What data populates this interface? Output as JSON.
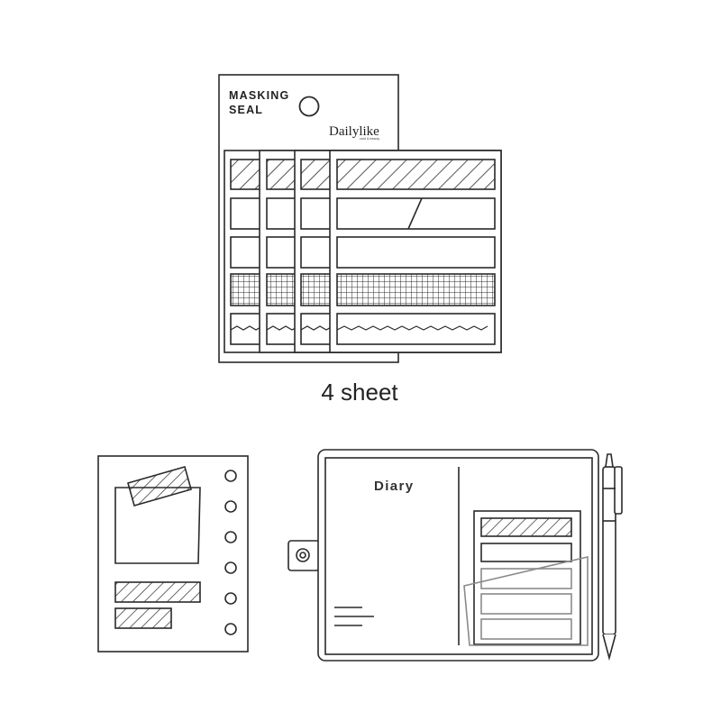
{
  "package": {
    "title_line1": "MASKING",
    "title_line2": "SEAL",
    "brand": "Dailylike",
    "brand_sub": "card & beauty"
  },
  "caption": "4 sheet",
  "diary": {
    "label": "Diary"
  },
  "colors": {
    "stroke": "#2a2a2a",
    "background": "#ffffff",
    "pocket_stroke": "#8a8a8a"
  },
  "icons": [
    "pen-icon",
    "binder-ring-icon",
    "strap-button-icon"
  ]
}
